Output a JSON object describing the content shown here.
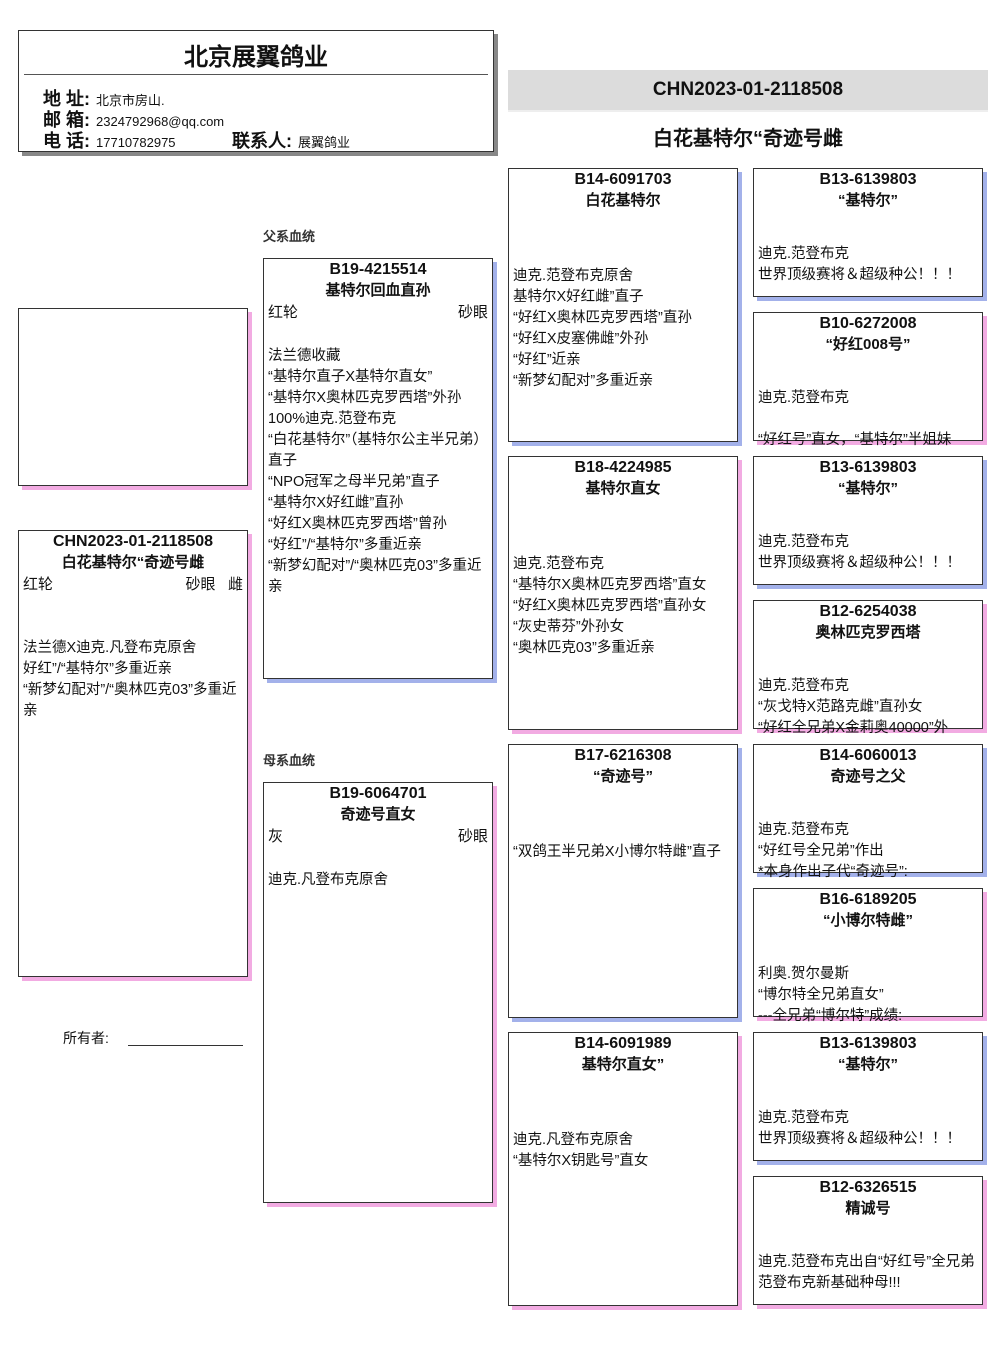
{
  "header": {
    "title": "北京展翼鸽业",
    "address_label": "地 址:",
    "address": "北京市房山.",
    "email_label": "邮 箱:",
    "email": "2324792968@qq.com",
    "phone_label": "电 话:",
    "phone": "17710782975",
    "contact_label": "联系人:",
    "contact": "展翼鸽业"
  },
  "subject": {
    "ring": "CHN2023-01-2118508",
    "name": "白花基特尔“奇迹号雌",
    "color": "红轮",
    "eye": "砂眼",
    "sex": "雌",
    "lines": [
      "法兰德X迪克.凡登布克原舍",
      "好红”/“基特尔”多重近亲",
      "“新梦幻配对”/“奥林匹克03”多重近亲"
    ]
  },
  "owner_label": "所有者:",
  "sections": {
    "sire": "父系血统",
    "dam": "母系血统"
  },
  "colors": {
    "blue_shadow": "#a3b1ea",
    "pink_shadow": "#f2abe2",
    "title_bar": "#dcdcdc"
  },
  "birds": {
    "sire": {
      "ring": "B19-4215514",
      "name": "基特尔回血直孙",
      "color": "红轮",
      "eye": "砂眼",
      "lines": [
        "法兰德收藏",
        "“基特尔直子X基特尔直女”",
        "“基特尔X奥林匹克罗西塔”外孙",
        "100%迪克.范登布克",
        "“白花基特尔”（基特尔公主半兄弟）直子",
        "“NPO冠军之母半兄弟”直子",
        "“基特尔X好红雌”直孙",
        "“好红X奥林匹克罗西塔”曾孙",
        "“好红”/“基特尔”多重近亲",
        "“新梦幻配对”/“奥林匹克03”多重近亲"
      ]
    },
    "dam": {
      "ring": "B19-6064701",
      "name": "奇迹号直女",
      "color": "灰",
      "eye": "砂眼",
      "lines": [
        "迪克.凡登布克原舍"
      ]
    },
    "ss": {
      "ring": "B14-6091703",
      "name": "白花基特尔",
      "lines": [
        "迪克.范登布克原舍",
        "基特尔X好红雌”直子",
        "“好红X奥林匹克罗西塔”直孙",
        "“好红X皮塞佛雌”外孙",
        "“好红”近亲",
        "“新梦幻配对”多重近亲"
      ]
    },
    "sd": {
      "ring": "B18-4224985",
      "name": "基特尔直女",
      "lines": [
        "迪克.范登布克",
        "“基特尔X奥林匹克罗西塔”直女",
        "“好红X奥林匹克罗西塔”直孙女",
        "“灰史蒂芬”外孙女",
        "“奥林匹克03”多重近亲"
      ]
    },
    "ds": {
      "ring": "B17-6216308",
      "name": "“奇迹号”",
      "lines": [
        "“双鸽王半兄弟X小博尔特雌”直子"
      ]
    },
    "dd": {
      "ring": "B14-6091989",
      "name": "基特尔直女”",
      "lines": [
        "迪克.凡登布克原舍",
        "“基特尔X钥匙号”直女"
      ]
    },
    "sss": {
      "ring": "B13-6139803",
      "name": "“基特尔”",
      "lines": [
        "迪克.范登布克",
        "世界顶级赛将＆超级种公！！！"
      ]
    },
    "ssd": {
      "ring": "B10-6272008",
      "name": "“好红008号”",
      "lines": [
        "迪克.范登布克",
        "",
        "“好红号”直女，“基特尔”半姐妹"
      ]
    },
    "sds": {
      "ring": "B13-6139803",
      "name": "“基特尔”",
      "lines": [
        "迪克.范登布克",
        "世界顶级赛将＆超级种公！！！"
      ]
    },
    "sdd": {
      "ring": "B12-6254038",
      "name": "奥林匹克罗西塔",
      "lines": [
        "迪克.范登布克",
        "“灰戈特X范路克雌”直孙女",
        "“好红全兄弟X金莉奥40000”外"
      ]
    },
    "dss": {
      "ring": "B14-6060013",
      "name": "奇迹号之父",
      "lines": [
        "迪克.范登布克",
        "“好红号全兄弟”作出",
        "*本身作出子代“奇迹号”:"
      ]
    },
    "dsd": {
      "ring": "B16-6189205",
      "name": "“小博尔特雌”",
      "lines": [
        "利奥.贺尔曼斯",
        "“博尔特全兄弟直女”",
        "---全兄弟“博尔特”成绩:"
      ]
    },
    "dds": {
      "ring": "B13-6139803",
      "name": "“基特尔”",
      "lines": [
        "迪克.范登布克",
        "世界顶级赛将＆超级种公！！！"
      ]
    },
    "ddd": {
      "ring": "B12-6326515",
      "name": "精诚号",
      "lines": [
        "迪克.范登布克出自“好红号”全兄弟范登布克新基础种母!!!"
      ]
    }
  }
}
